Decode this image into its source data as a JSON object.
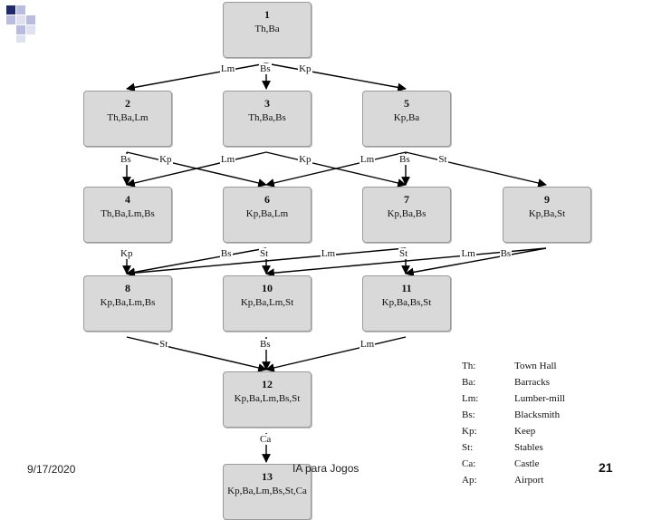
{
  "nodes": [
    {
      "id": "1",
      "label": "Th,Ba"
    },
    {
      "id": "2",
      "label": "Th,Ba,Lm"
    },
    {
      "id": "3",
      "label": "Th,Ba,Bs"
    },
    {
      "id": "5",
      "label": "Kp,Ba"
    },
    {
      "id": "4",
      "label": "Th,Ba,Lm,Bs"
    },
    {
      "id": "6",
      "label": "Kp,Ba,Lm"
    },
    {
      "id": "7",
      "label": "Kp,Ba,Bs"
    },
    {
      "id": "9",
      "label": "Kp,Ba,St"
    },
    {
      "id": "8",
      "label": "Kp,Ba,Lm,Bs"
    },
    {
      "id": "10",
      "label": "Kp,Ba,Lm,St"
    },
    {
      "id": "11",
      "label": "Kp,Ba,Bs,St"
    },
    {
      "id": "12",
      "label": "Kp,Ba,Lm,Bs,St"
    },
    {
      "id": "13",
      "label": "Kp,Ba,Lm,Bs,St,Ca"
    }
  ],
  "edges": [
    {
      "from": "1",
      "to": "2",
      "label": "Lm"
    },
    {
      "from": "1",
      "to": "3",
      "label": "Bs"
    },
    {
      "from": "1",
      "to": "5",
      "label": "Kp"
    },
    {
      "from": "2",
      "to": "4",
      "label": "Bs"
    },
    {
      "from": "2",
      "to": "6",
      "label": "Kp"
    },
    {
      "from": "3",
      "to": "4",
      "label": "Lm"
    },
    {
      "from": "3",
      "to": "7",
      "label": "Kp"
    },
    {
      "from": "5",
      "to": "6",
      "label": "Lm"
    },
    {
      "from": "5",
      "to": "7",
      "label": "Bs"
    },
    {
      "from": "5",
      "to": "9",
      "label": "St"
    },
    {
      "from": "4",
      "to": "8",
      "label": "Kp"
    },
    {
      "from": "6",
      "to": "8",
      "label": "Bs"
    },
    {
      "from": "6",
      "to": "10",
      "label": "St"
    },
    {
      "from": "7",
      "to": "8",
      "label": "Lm"
    },
    {
      "from": "7",
      "to": "11",
      "label": "St"
    },
    {
      "from": "9",
      "to": "10",
      "label": "Lm"
    },
    {
      "from": "9",
      "to": "11",
      "label": "Bs"
    },
    {
      "from": "8",
      "to": "12",
      "label": "St"
    },
    {
      "from": "10",
      "to": "12",
      "label": "Bs"
    },
    {
      "from": "11",
      "to": "12",
      "label": "Lm"
    },
    {
      "from": "12",
      "to": "13",
      "label": "Ca"
    }
  ],
  "legend": [
    {
      "abbr": "Th:",
      "full": "Town Hall"
    },
    {
      "abbr": "Ba:",
      "full": "Barracks"
    },
    {
      "abbr": "Lm:",
      "full": "Lumber-mill"
    },
    {
      "abbr": "Bs:",
      "full": "Blacksmith"
    },
    {
      "abbr": "Kp:",
      "full": "Keep"
    },
    {
      "abbr": "St:",
      "full": "Stables"
    },
    {
      "abbr": "Ca:",
      "full": "Castle"
    },
    {
      "abbr": "Ap:",
      "full": "Airport"
    }
  ],
  "footer": {
    "date": "9/17/2020",
    "title": "IA para Jogos",
    "page": "21"
  },
  "colors": {
    "node_fill": "#d9d9d9",
    "node_border": "#9a9a9a",
    "accent_blue": "#1f2a6e",
    "accent_light": "#b8bde0"
  }
}
